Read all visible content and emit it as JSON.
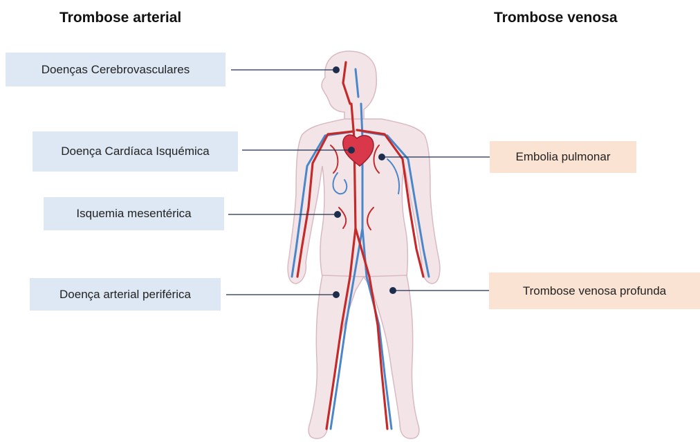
{
  "headings": {
    "arterial": "Trombose arterial",
    "venous": "Trombose venosa"
  },
  "labels": {
    "cerebrovascular": "Doenças Cerebrovasculares",
    "cardiac": "Doença Cardíaca Isquémica",
    "mesenteric": "Isquemia mesentérica",
    "peripheral": "Doença arterial periférica",
    "pulmonary_embolism": "Embolia pulmonar",
    "deep_vein": "Trombose venosa profunda"
  },
  "colors": {
    "arterial_box": "#dde8f4",
    "venous_box": "#fbe3d3",
    "artery": "#c42a2a",
    "vein": "#4a86c8",
    "body_fill": "#f3e4e8",
    "pointer": "#1f2d4d"
  }
}
